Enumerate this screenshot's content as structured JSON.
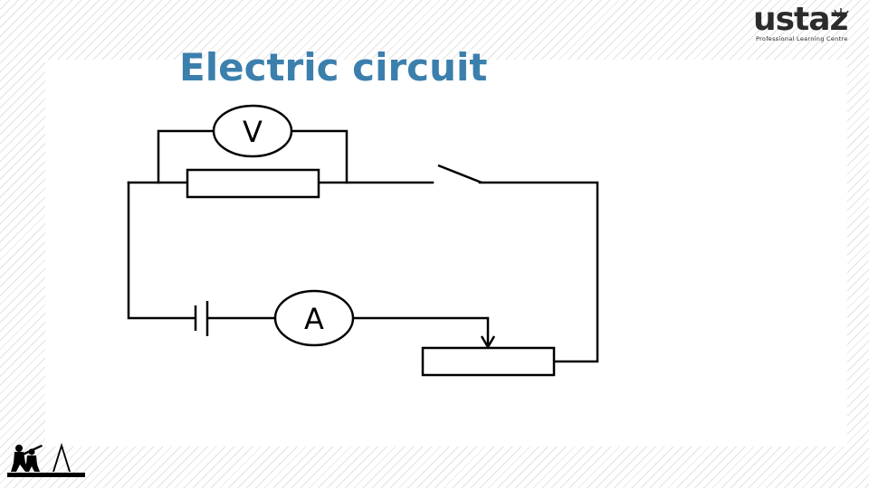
{
  "slide": {
    "title": "Electric circuit"
  },
  "logo": {
    "wordmark": "ustaz",
    "tagline": "Professional Learning Centre"
  },
  "diagram": {
    "components": [
      {
        "id": "voltmeter",
        "label": "V"
      },
      {
        "id": "ammeter",
        "label": "A"
      },
      {
        "id": "fixed-resistor"
      },
      {
        "id": "switch"
      },
      {
        "id": "cell"
      },
      {
        "id": "rheostat"
      }
    ]
  },
  "colors": {
    "title": "#3b7fad",
    "wire": "#000000",
    "logo": "#2b2b2b"
  }
}
